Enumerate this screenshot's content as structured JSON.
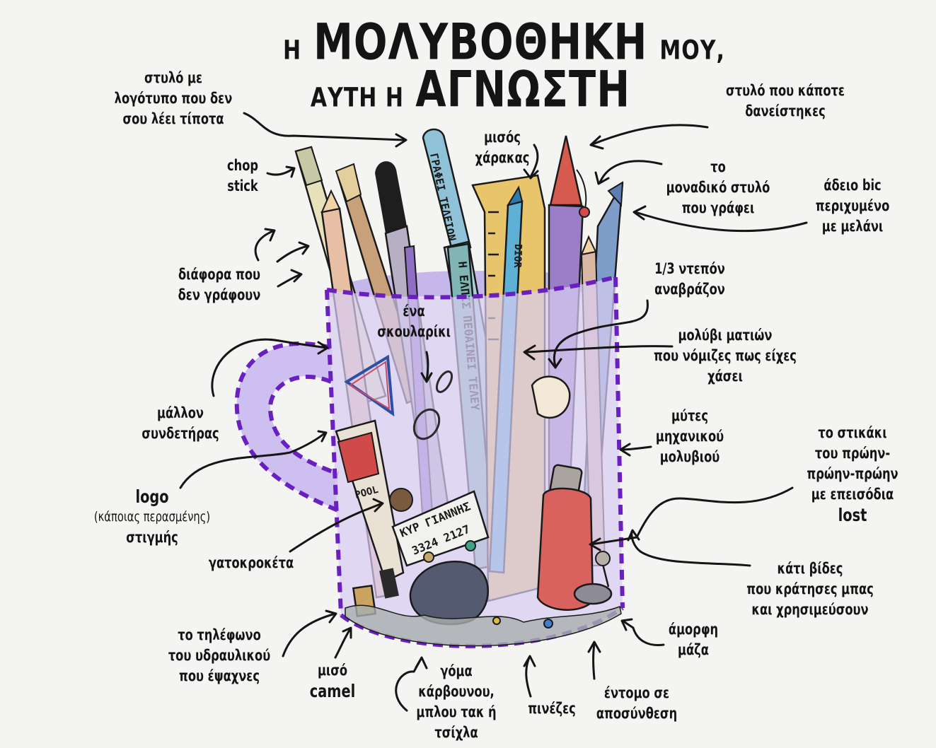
{
  "title": {
    "line1_pre": "Η",
    "line1_main": "ΜΟΛΥΒΟΘΗΚΗ",
    "line1_post": "ΜΟΥ,",
    "line2_pre": "ΑΥΤΗ Η",
    "line2_main": "ΑΓΝΩΣΤΗ"
  },
  "labels": {
    "logo_pen": [
      "στυλό με",
      "λογότυπο που δεν",
      "σου λέει τίποτα"
    ],
    "borrowed_pen": [
      "στυλό που κάποτε",
      "δανείστηκες"
    ],
    "half_ruler": [
      "μισός",
      "χάρακας"
    ],
    "only_pen": [
      "το",
      "μοναδικό στυλό",
      "που γράφει"
    ],
    "empty_bic": [
      "άδειο bic",
      "περιχυμένο",
      "με μελάνι"
    ],
    "chopstick": [
      "chop",
      "stick"
    ],
    "non_writing": [
      "διάφορα που",
      "δεν γράφουν"
    ],
    "earring": [
      "ένα",
      "σκουλαρίκι"
    ],
    "detergent": [
      "1/3 ντεπόν",
      "αναβράζον"
    ],
    "eye_pencil": [
      "μολύβι ματιών",
      "που νόμιζες πως είχες",
      "χάσει"
    ],
    "paperclip": [
      "μάλλον",
      "συνδετήρας"
    ],
    "leads": [
      "μύτες",
      "μηχανικού",
      "μολυβιού"
    ],
    "logo_word": "logo",
    "logo_paren": "(κάποιας περασμένης)",
    "logo_moment": "στιγμής",
    "usb": [
      "το στικάκι",
      "του πρώην-",
      "πρώην-πρώην",
      "με επεισόδια"
    ],
    "usb_lost": "lost",
    "cat_food": "γατοκροκέτα",
    "screws": [
      "κάτι βίδες",
      "που κράτησες μπας",
      "και χρησιμεύσουν"
    ],
    "plumber": [
      "το τηλέφωνο",
      "του υδραυλικού",
      "που έψαχνες"
    ],
    "camel_half": "μισό",
    "camel_word": "camel",
    "eraser": [
      "γόμα",
      "κάρβουνου,",
      "μπλου τακ ή",
      "τσίχλα"
    ],
    "pins": "πινέζες",
    "insect": [
      "έντομο σε",
      "αποσύνθεση"
    ],
    "blob": [
      "άμορφη",
      "μάζα"
    ]
  },
  "drawing_text": {
    "pen_writing": "ΓΡΑΦΕΙ ΤΕΛΕΙΩΝ",
    "pencil_writing": "Η ΕΛΠΙΣ ΠΕΘΑΙΝΕΙ ΤΕΛΕΥ",
    "pen_brand": "DIOR",
    "note_writing": "ΚΥΡ ΓΙΑΝΝΗΣ",
    "note_phone": "3324 2127",
    "tube_text": "POOL"
  },
  "colors": {
    "mug_fill": "#d8cdf2",
    "mug_dash": "#6a1fc0",
    "ink": "#151515",
    "pen_blue": "#8fc2d6",
    "pencil_teal": "#7fb6b5",
    "ruler_yellow": "#e8c56a",
    "red_pen": "#d75a4f",
    "usb_red": "#d9615e",
    "purple_pencil": "#9a7fc7",
    "paper_bg": "#f4f4f2"
  }
}
